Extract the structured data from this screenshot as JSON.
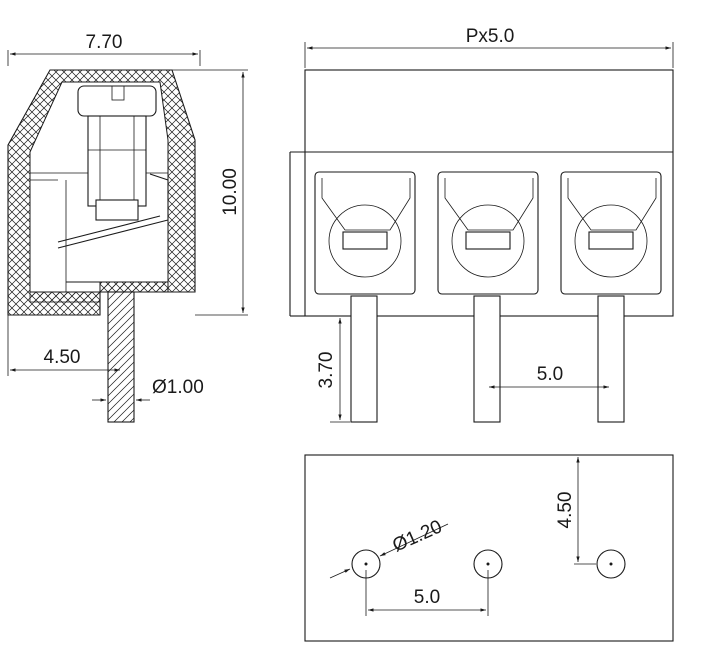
{
  "side_view": {
    "width_label": "7.70",
    "height_label": "10.00",
    "offset_label": "4.50",
    "pin_diameter_label": "Ø1.00"
  },
  "front_view": {
    "pitch_label": "Px5.0",
    "pin_length_label": "3.70",
    "pin_spacing_label": "5.0"
  },
  "pcb_layout": {
    "hole_diameter_label": "Ø1.20",
    "hole_spacing_label": "5.0",
    "hole_offset_label": "4.50"
  }
}
